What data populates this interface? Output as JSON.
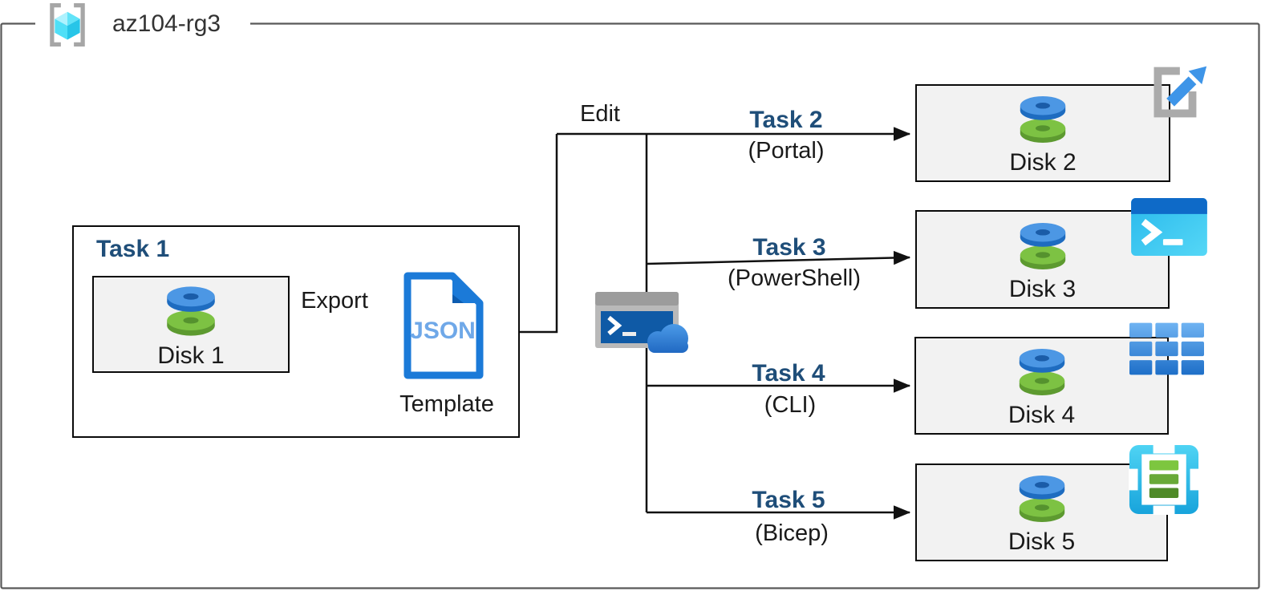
{
  "header": {
    "resource_group": "az104-rg3"
  },
  "task1": {
    "title": "Task 1",
    "disk_label": "Disk 1",
    "export_label": "Export",
    "json_badge": "JSON",
    "template_label": "Template"
  },
  "edit_label": "Edit",
  "tasks": [
    {
      "title": "Task 2",
      "method": "(Portal)",
      "disk_label": "Disk 2",
      "icon": "open-in-new-icon"
    },
    {
      "title": "Task 3",
      "method": "(PowerShell)",
      "disk_label": "Disk 3",
      "icon": "powershell-icon"
    },
    {
      "title": "Task 4",
      "method": "(CLI)",
      "disk_label": "Disk 4",
      "icon": "cli-grid-icon"
    },
    {
      "title": "Task 5",
      "method": "(Bicep)",
      "disk_label": "Disk 5",
      "icon": "bicep-template-icon"
    }
  ],
  "colors": {
    "task_heading": "#1F4E79",
    "outer_border": "#595959",
    "box_fill": "#F2F2F2",
    "disk_blue": "#4C97E4",
    "disk_green": "#7DC243",
    "azure_blue": "#2E8DE0",
    "cloud_shell_cyan": "#35C1EF"
  }
}
